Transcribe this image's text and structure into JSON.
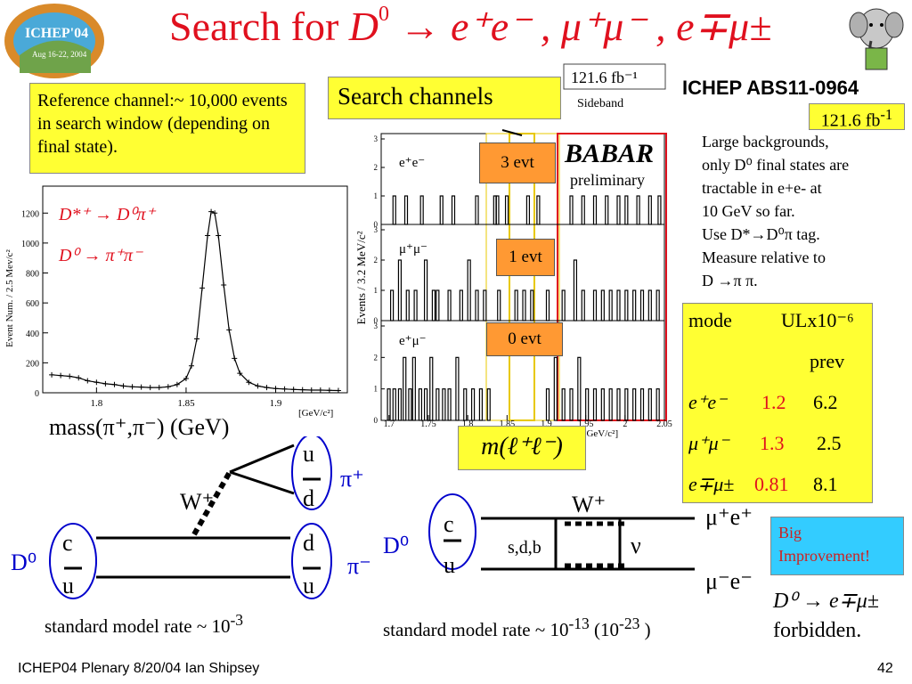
{
  "slide": {
    "title_prefix": "Search for ",
    "title_formula_a": "D",
    "title_formula_a_sup": "0",
    "title_formula_rest": " → e⁺e⁻ , μ⁺μ⁻ , e∓μ±",
    "logo_left_text": "ICHEP'04",
    "logo_left_sub": "Aug 16-22, 2004",
    "reference_box": "Reference channel:~ 10,000 events in search window (depending on final state).",
    "search_channels": "Search channels",
    "abs_number": "ICHEP ABS11-0964",
    "luminosity": "121.6 fb",
    "luminosity_sup": "-1",
    "description_lines": [
      "Large backgrounds,",
      "only D⁰ final states are",
      "tractable in e+e- at",
      "10 GeV so far.",
      "Use D*→D⁰π tag.",
      "Measure relative to",
      "D →π π."
    ],
    "ul_table": {
      "header_mode": "mode",
      "header_ul": "ULx10⁻⁶",
      "header_prev": "prev",
      "rows": [
        {
          "mode": "e⁺e⁻",
          "ul": "1.2",
          "prev": "6.2"
        },
        {
          "mode": "μ⁺μ⁻",
          "ul": "1.3",
          "prev": "2.5"
        },
        {
          "mode": "e∓μ±",
          "ul": "0.81",
          "prev": "8.1"
        }
      ]
    },
    "big_improvement": "Big Improvement!",
    "forbidden_formula": "D⁰ → e∓μ±",
    "forbidden": "forbidden.",
    "footer": "ICHEP04 Plenary 8/20/04 Ian Shipsey",
    "page_number": "42",
    "mass_label": "mass(π⁺,π⁻) (GeV)",
    "sm_rate_1": "standard model rate ~ 10",
    "sm_rate_1_sup": "-3",
    "sm_rate_2": "standard model rate ~ 10",
    "sm_rate_2_sup": "-13",
    "sm_rate_2_tail": " (10",
    "sm_rate_2_tail_sup": "-23",
    "sm_rate_2_end": " )"
  },
  "feynman_left": {
    "d0": "D⁰",
    "c": "c",
    "ubar": "u",
    "w": "W⁺",
    "u_top": "u",
    "dbar_top": "d",
    "pi_plus": "π⁺",
    "d_bot": "d",
    "ubar_bot": "u",
    "pi_minus": "π⁻"
  },
  "feynman_right": {
    "d0": "D⁰",
    "c": "c",
    "ubar": "u",
    "sdb": "s,d,b",
    "w": "W⁺",
    "nu": "ν",
    "mu_plus": "μ⁺e⁺",
    "mu_minus": "μ⁻e⁻"
  },
  "mass_plot": {
    "ylabel": "Event Num. / 2.5 Mev/c²",
    "xunit": "[GeV/c²]",
    "formula_1": "D*⁺ → D⁰π⁺",
    "formula_2": "D⁰ → π⁺π⁻",
    "color_formula": "#e0101e"
  },
  "search_plot": {
    "ylabel": "Events / 3.2 MeV/c²",
    "xunit": "m(ℓ⁺ℓ⁻) [GeV/c²]",
    "xlabel_formula": "m(ℓ⁺ℓ⁻)",
    "lumi_badge": "121.6  fb⁻¹",
    "sideband": "Sideband",
    "babar": "BABAR",
    "preliminary": "preliminary",
    "evt_e": "3 evt",
    "evt_mm": "1 evt",
    "evt_em": "0 evt",
    "channels": [
      "e⁺e⁻",
      "μ⁺μ⁻",
      "e⁺μ⁻"
    ]
  },
  "chart_data": [
    {
      "type": "scatter",
      "title": "",
      "xlabel": "",
      "ylabel": "Event Num. / 2.5 Mev/c²",
      "x_tick_labels": [
        "1.8",
        "1.85",
        "1.9"
      ],
      "y_tick_labels": [
        "0",
        "200",
        "400",
        "600",
        "800",
        "1000",
        "1200"
      ],
      "xlim": [
        1.77,
        1.94
      ],
      "ylim": [
        0,
        1380
      ],
      "points_x": [
        1.775,
        1.78,
        1.785,
        1.79,
        1.795,
        1.8,
        1.805,
        1.81,
        1.815,
        1.82,
        1.825,
        1.83,
        1.835,
        1.84,
        1.845,
        1.85,
        1.853,
        1.856,
        1.859,
        1.862,
        1.864,
        1.866,
        1.868,
        1.871,
        1.874,
        1.877,
        1.88,
        1.885,
        1.89,
        1.895,
        1.9,
        1.905,
        1.91,
        1.915,
        1.92,
        1.925,
        1.93,
        1.935
      ],
      "points_y": [
        120,
        115,
        110,
        100,
        80,
        70,
        60,
        55,
        45,
        40,
        38,
        35,
        35,
        40,
        55,
        95,
        180,
        360,
        700,
        1050,
        1210,
        1200,
        1050,
        720,
        420,
        230,
        130,
        70,
        45,
        35,
        28,
        25,
        22,
        20,
        18,
        18,
        16,
        15
      ]
    },
    {
      "type": "bar",
      "title": "",
      "ylabel": "Events / 3.2 MeV/c²",
      "x_tick_labels": [
        "1.7",
        "1.75",
        "1.8",
        "1.85",
        "1.9",
        "1.95",
        "2",
        "2.05"
      ],
      "y_tick_labels": [
        "0",
        "1",
        "2",
        "3"
      ],
      "xlim": [
        1.69,
        2.05
      ],
      "ylim": [
        0,
        3
      ],
      "series": [
        {
          "name": "e⁺e⁻",
          "x": [
            1.705,
            1.72,
            1.74,
            1.765,
            1.78,
            1.81,
            1.833,
            1.836,
            1.848,
            1.875,
            1.888,
            1.93,
            1.945,
            1.96,
            1.975,
            1.99,
            2.0,
            2.015,
            2.03,
            2.042
          ],
          "values": [
            1,
            1,
            1,
            1,
            1,
            1,
            1,
            1,
            1,
            1,
            1,
            1,
            1,
            1,
            1,
            1,
            1,
            1,
            1,
            1
          ]
        },
        {
          "name": "μ⁺μ⁻",
          "x": [
            1.702,
            1.712,
            1.722,
            1.732,
            1.745,
            1.755,
            1.76,
            1.775,
            1.79,
            1.8,
            1.81,
            1.82,
            1.838,
            1.86,
            1.87,
            1.88,
            1.9,
            1.92,
            1.935,
            1.945,
            1.96,
            1.97,
            1.98,
            1.99,
            2.0,
            2.01,
            2.02,
            2.03,
            2.04
          ],
          "values": [
            1,
            2,
            1,
            1,
            2,
            1,
            1,
            1,
            1,
            2,
            1,
            1,
            1,
            1,
            1,
            1,
            1,
            1,
            2,
            1,
            1,
            1,
            1,
            1,
            1,
            1,
            1,
            1,
            1
          ]
        },
        {
          "name": "e⁺μ⁻",
          "x": [
            1.698,
            1.705,
            1.712,
            1.718,
            1.725,
            1.73,
            1.738,
            1.745,
            1.752,
            1.76,
            1.768,
            1.775,
            1.785,
            1.795,
            1.805,
            1.815,
            1.825,
            1.9,
            1.91,
            1.92,
            1.93,
            1.94,
            1.95,
            1.96,
            1.97,
            1.98,
            1.99,
            2.0,
            2.01,
            2.02,
            2.03,
            2.04
          ],
          "values": [
            1,
            1,
            1,
            2,
            1,
            2,
            1,
            1,
            2,
            1,
            1,
            1,
            2,
            1,
            1,
            1,
            1,
            1,
            2,
            1,
            1,
            2,
            1,
            1,
            1,
            1,
            1,
            1,
            1,
            1,
            1,
            1
          ]
        }
      ]
    }
  ]
}
